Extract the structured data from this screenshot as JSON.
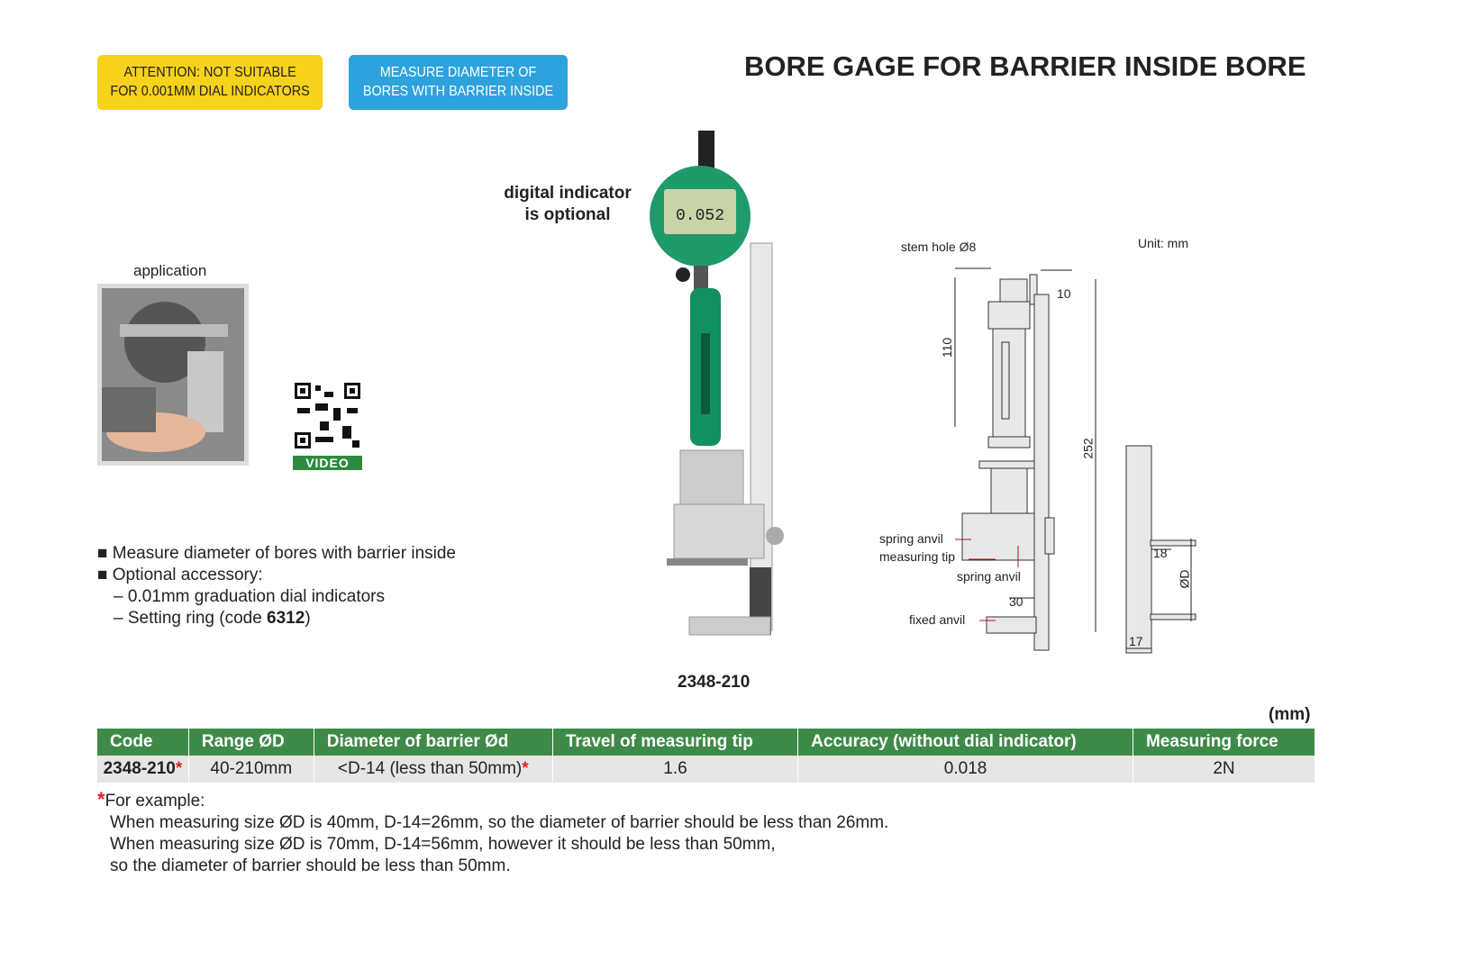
{
  "badges": {
    "attention_line1": "ATTENTION: NOT SUITABLE",
    "attention_line2": "FOR 0.001MM DIAL INDICATORS",
    "measure_line1": "MEASURE DIAMETER OF",
    "measure_line2": "BORES WITH BARRIER INSIDE"
  },
  "title": "BORE GAGE FOR BARRIER INSIDE BORE",
  "application_label": "application",
  "video_label": "VIDEO",
  "indicator_note_line1": "digital indicator",
  "indicator_note_line2": "is optional",
  "indicator_display": "0.052",
  "product_code": "2348-210",
  "features": [
    "Measure diameter of bores with barrier inside",
    "Optional accessory:"
  ],
  "sub_features": {
    "a": "– 0.01mm graduation dial indicators",
    "b_prefix": "– Setting ring (code ",
    "b_code": "6312",
    "b_suffix": ")"
  },
  "drawing": {
    "unit": "Unit: mm",
    "stem_hole": "stem hole Ø8",
    "spring_anvil_left": "spring anvil",
    "measuring_tip": "measuring tip",
    "spring_anvil_right": "spring anvil",
    "fixed_anvil": "fixed anvil",
    "dim_110": "110",
    "dim_10": "10",
    "dim_252": "252",
    "dim_30": "30",
    "dim_18": "18",
    "dim_17": "17",
    "dim_od": "ØD"
  },
  "table": {
    "unit": "(mm)",
    "headers": [
      "Code",
      "Range ØD",
      "Diameter of barrier Ød",
      "Travel of measuring tip",
      "Accuracy (without dial indicator)",
      "Measuring force"
    ],
    "row": [
      "2348-210",
      "40-210mm",
      "<D-14 (less than 50mm)",
      "1.6",
      "0.018",
      "2N"
    ],
    "star": "*"
  },
  "note": {
    "star": "*",
    "title": "For example:",
    "lines": [
      "When measuring size ØD is 40mm, D-14=26mm, so the diameter of barrier should be less than 26mm.",
      "When measuring size ØD is 70mm, D-14=56mm, however it should be less than 50mm,",
      "so the diameter of barrier should be less than 50mm."
    ]
  },
  "colors": {
    "yellow": "#f7d21a",
    "blue": "#2ea2dc",
    "green": "#3e8a48",
    "red": "#e02020"
  }
}
